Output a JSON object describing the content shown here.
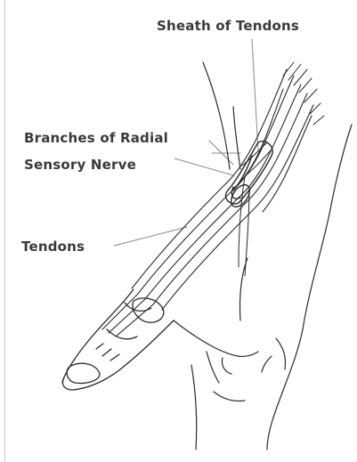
{
  "labels": {
    "sheath": "Sheath of Tendons",
    "branches_line1": "Branches of Radial",
    "branches_line2": "Sensory Nerve",
    "tendons": "Tendons"
  }
}
